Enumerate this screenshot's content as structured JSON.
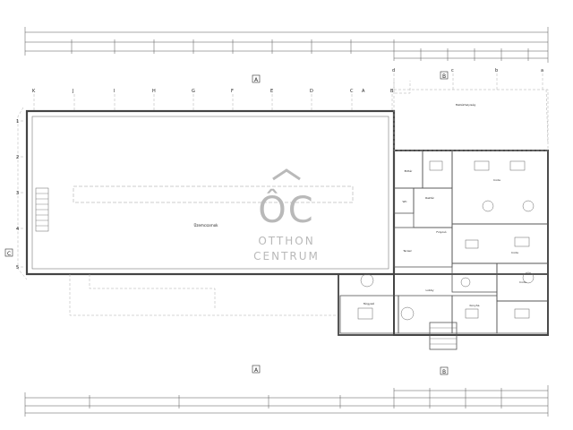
{
  "grid_columns_top": [
    "K",
    "J",
    "I",
    "H",
    "G",
    "F",
    "E",
    "D",
    "C",
    "B",
    "A",
    "d",
    "c",
    "b",
    "a"
  ],
  "grid_rows_left": [
    "1",
    "2",
    "3",
    "4",
    "5"
  ],
  "section_markers": {
    "a_top": "A",
    "a_bottom": "A",
    "b_top": "B",
    "b_bottom": "B",
    "c_left": "C"
  },
  "rooms": {
    "hall": "Üzemcsarnok",
    "office_right": "Iroda",
    "office_mid": "Iroda",
    "office_low": "Iroda",
    "reception": "Előtér",
    "storage": "Raktár",
    "corridor": "Folyosó",
    "lounge": "Tárgyaló",
    "lobby": "Lobby",
    "wc": "WC",
    "kitchen": "Konyha",
    "terrace": "Terasz",
    "outdoor": "Mellékhelyiség"
  },
  "watermark": {
    "line1": "OTTHON",
    "line2": "CENTRUM",
    "logo": "ÔC"
  },
  "colors": {
    "ink": "#333333",
    "wall": "#444444",
    "watermark": "#b9b9b9",
    "background": "#ffffff"
  }
}
